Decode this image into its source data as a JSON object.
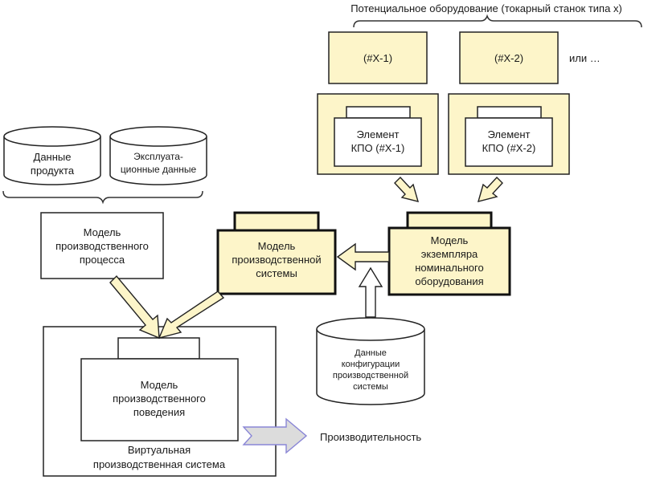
{
  "diagram": {
    "potential_equipment": {
      "title": "Потенциальное оборудование (токарный станок типа x)",
      "items": [
        "(#X-1)",
        "(#X-2)"
      ],
      "more": "или …"
    },
    "kpo_elements": [
      {
        "line1": "Элемент",
        "line2": "КПО (#X-1)"
      },
      {
        "line1": "Элемент",
        "line2": "КПО (#X-2)"
      }
    ],
    "data_stores": {
      "product": {
        "line1": "Данные",
        "line2": "продукта"
      },
      "operational": {
        "line1": "Эксплуата-",
        "line2": "ционные данные"
      },
      "config": {
        "line1": "Данные",
        "line2": "конфигурации",
        "line3": "производственной",
        "line4": "системы"
      }
    },
    "process_model": {
      "line1": "Модель",
      "line2": "производственного",
      "line3": "процесса"
    },
    "system_model": {
      "line1": "Модель",
      "line2": "производственной",
      "line3": "системы"
    },
    "equipment_instance_model": {
      "line1": "Модель",
      "line2": "экземпляра",
      "line3": "номинального",
      "line4": "оборудования"
    },
    "behavior_model": {
      "line1": "Модель",
      "line2": "производственного",
      "line3": "поведения"
    },
    "virtual_system": {
      "line1": "Виртуальная",
      "line2": "производственная система"
    },
    "output": {
      "label": "Производительность"
    },
    "colors": {
      "model_fill": "#fdf5c9",
      "output_arrow_fill": "#dcdcdc",
      "output_arrow_stroke": "#8a86d6"
    }
  }
}
